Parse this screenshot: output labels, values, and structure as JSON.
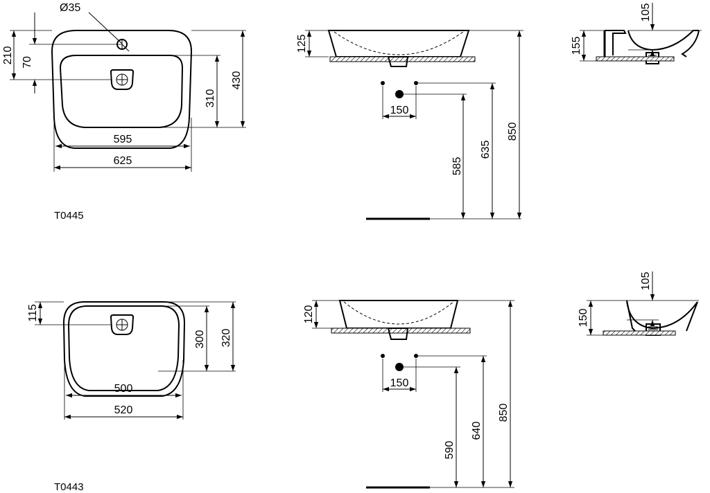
{
  "basin_top": {
    "model_code": "T0445",
    "hole_diameter": "Ø35",
    "dim_overall_depth": "430",
    "dim_bowl_depth": "310",
    "dim_tap_offset": "210",
    "dim_tap_to_bowl": "70",
    "dim_bowl_width": "595",
    "dim_overall_width": "625",
    "dim_side_height": "125",
    "dim_trap_spacing": "150",
    "dim_trap_height_low": "585",
    "dim_trap_height_high": "635",
    "dim_total_height": "850",
    "dim_profile_height": "155",
    "dim_profile_depth": "105"
  },
  "basin_bottom": {
    "model_code": "T0443",
    "dim_drain_offset": "115",
    "dim_bowl_depth": "300",
    "dim_overall_depth": "320",
    "dim_bowl_width": "500",
    "dim_overall_width": "520",
    "dim_side_height": "120",
    "dim_trap_spacing": "150",
    "dim_trap_height_low": "590",
    "dim_trap_height_high": "640",
    "dim_total_height": "850",
    "dim_profile_height": "150",
    "dim_profile_depth": "105"
  }
}
